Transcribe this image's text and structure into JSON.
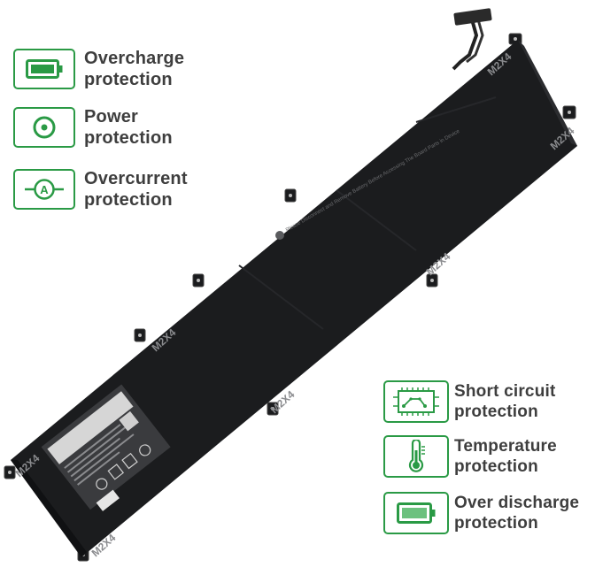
{
  "features": [
    {
      "icon": "battery-full-icon",
      "line1": "Overcharge",
      "line2": "protection"
    },
    {
      "icon": "power-icon",
      "line1": "Power",
      "line2": "protection"
    },
    {
      "icon": "ammeter-icon",
      "line1": "Overcurrent",
      "line2": "protection"
    },
    {
      "icon": "circuit-board-icon",
      "line1": "Short circuit",
      "line2": "protection"
    },
    {
      "icon": "thermometer-icon",
      "line1": "Temperature",
      "line2": "protection"
    },
    {
      "icon": "battery-low-icon",
      "line1": "Over discharge",
      "line2": "protection"
    }
  ],
  "battery": {
    "screw_marks": [
      "M2X4",
      "M2X4",
      "M2X4",
      "M2X4",
      "M2X4",
      "M2X4",
      "M2X4"
    ],
    "warning_text": "Please Disconnect and Remove Battery Before Accessing The Board Parts in Device"
  },
  "colors": {
    "accent": "#2a9a45",
    "battery": "#1b1c1e",
    "label": "#3e3e3e"
  }
}
